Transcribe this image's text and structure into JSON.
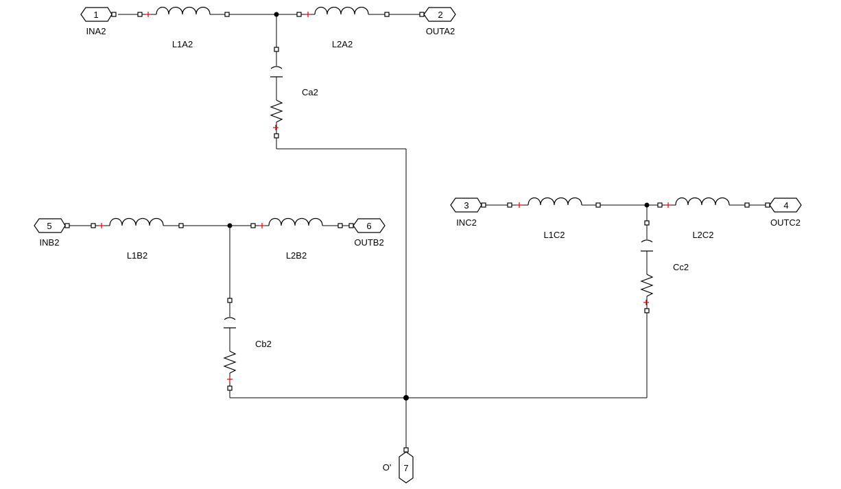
{
  "ports": [
    {
      "id": "p1",
      "number": "1",
      "name": "INA2"
    },
    {
      "id": "p2",
      "number": "2",
      "name": "OUTA2"
    },
    {
      "id": "p3",
      "number": "3",
      "name": "INC2"
    },
    {
      "id": "p4",
      "number": "4",
      "name": "OUTC2"
    },
    {
      "id": "p5",
      "number": "5",
      "name": "INB2"
    },
    {
      "id": "p6",
      "number": "6",
      "name": "OUTB2"
    },
    {
      "id": "p7",
      "number": "7",
      "name": "O'"
    }
  ],
  "components": {
    "L1A2": "L1A2",
    "L2A2": "L2A2",
    "Ca2": "Ca2",
    "L1B2": "L1B2",
    "L2B2": "L2B2",
    "Cb2": "Cb2",
    "L1C2": "L1C2",
    "L2C2": "L2C2",
    "Cc2": "Cc2"
  }
}
